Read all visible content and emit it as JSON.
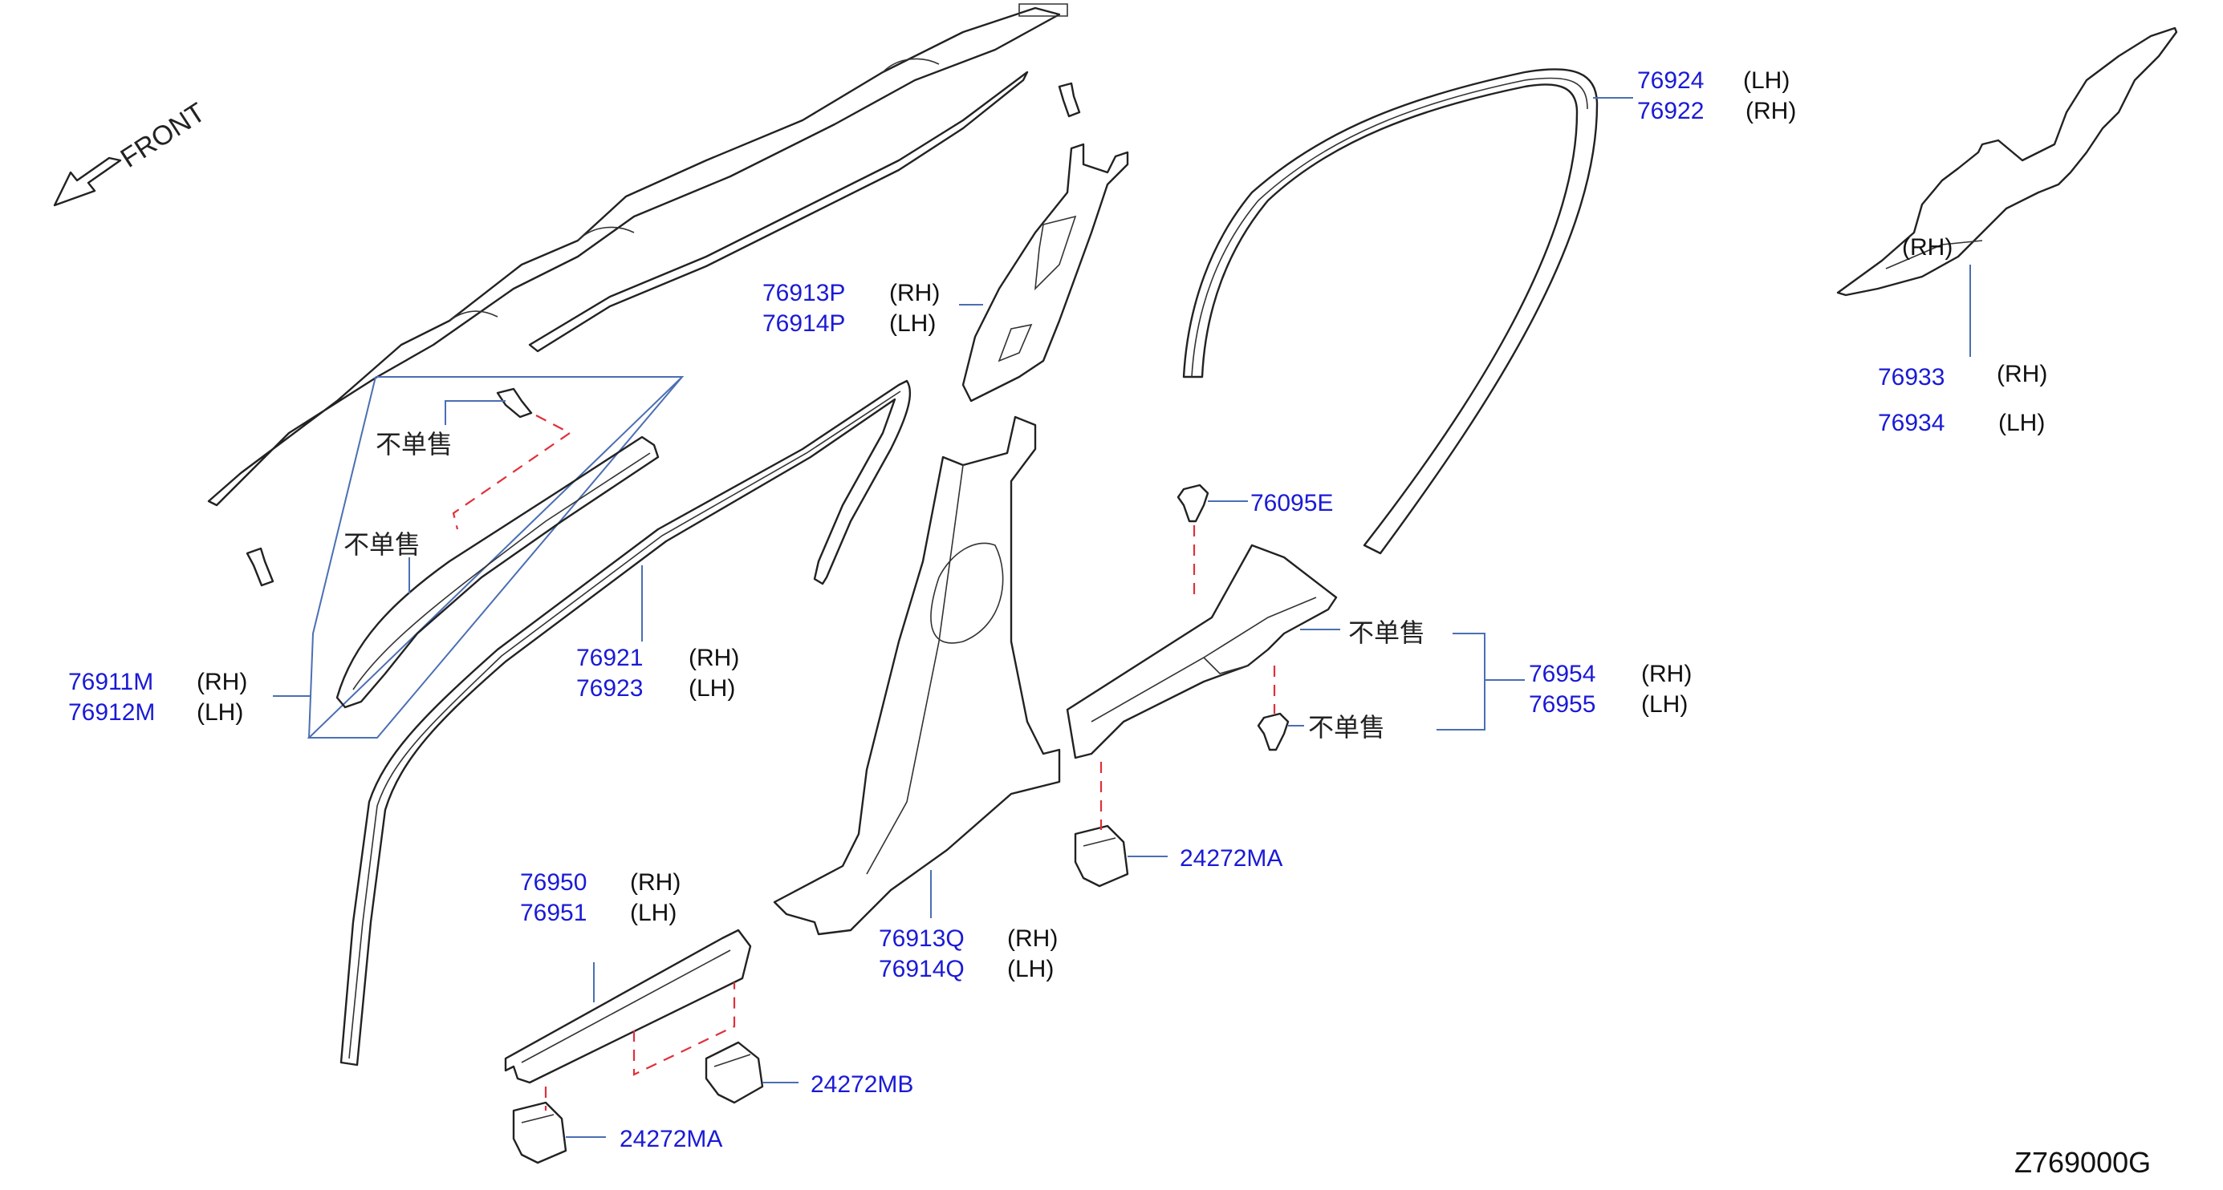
{
  "diagram": {
    "front_label": "FRONT",
    "not_sold_label": "不单售",
    "code": "Z769000G",
    "labels": {
      "p76911M": "76911M",
      "p76911M_side": "(RH)",
      "p76912M": "76912M",
      "p76912M_side": "(LH)",
      "p76921": "76921",
      "p76921_side": "(RH)",
      "p76923": "76923",
      "p76923_side": "(LH)",
      "p76913P": "76913P",
      "p76913P_side": "(RH)",
      "p76914P": "76914P",
      "p76914P_side": "(LH)",
      "p76924": "76924",
      "p76924_side": "(LH)",
      "p76922": "76922",
      "p76922_side": "(RH)",
      "p76933": "76933",
      "p76933_side": "(RH)",
      "p76934": "76934",
      "p76934_side": "(LH)",
      "p76933_inline_side": "(RH)",
      "p76095E": "76095E",
      "p76954": "76954",
      "p76954_side": "(RH)",
      "p76955": "76955",
      "p76955_side": "(LH)",
      "p24272MA_a": "24272MA",
      "p76913Q": "76913Q",
      "p76913Q_side": "(RH)",
      "p76914Q": "76914Q",
      "p76914Q_side": "(LH)",
      "p76950": "76950",
      "p76950_side": "(RH)",
      "p76951": "76951",
      "p76951_side": "(LH)",
      "p24272MB": "24272MB",
      "p24272MA_b": "24272MA"
    }
  }
}
